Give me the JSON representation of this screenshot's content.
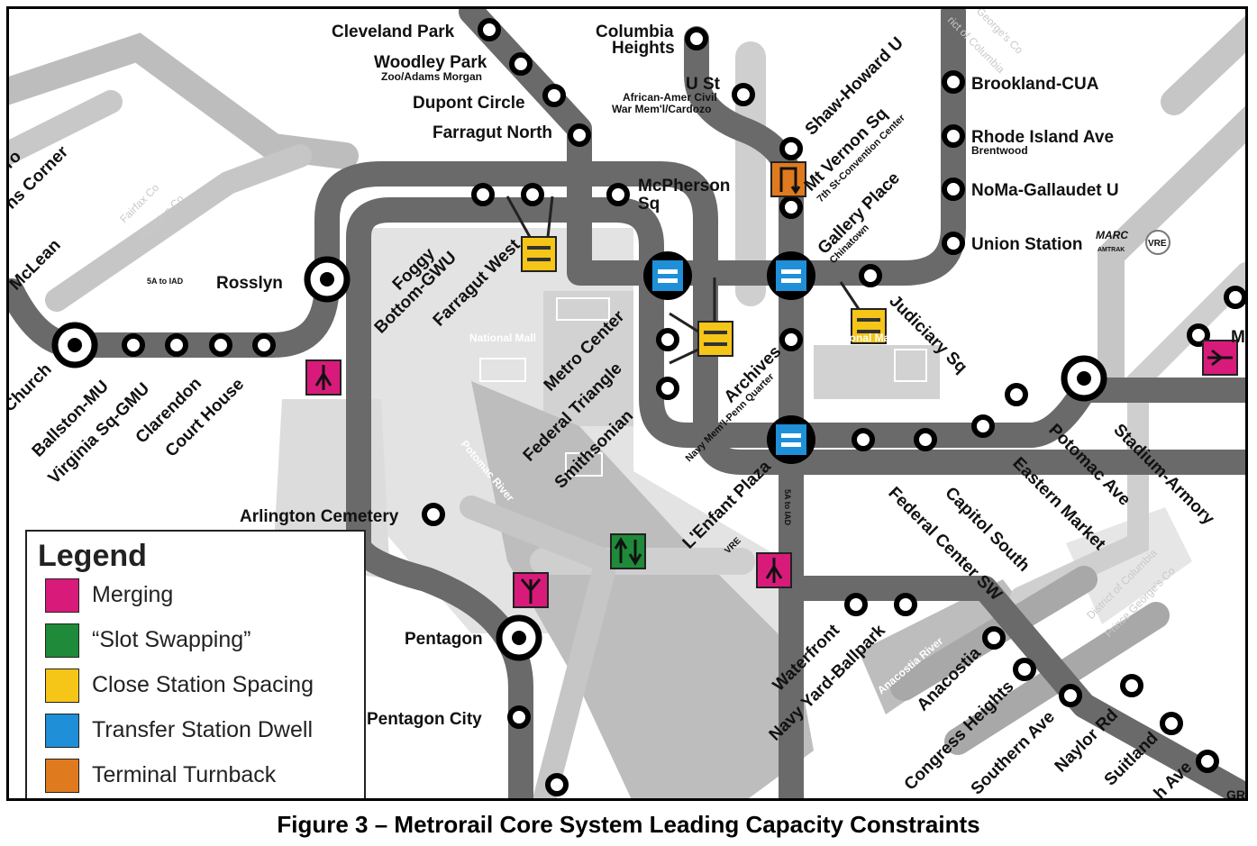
{
  "caption": "Figure 3 – Metrorail Core System Leading Capacity Constraints",
  "legend": {
    "title": "Legend",
    "items": [
      {
        "label": "Merging",
        "icon": "merging-icon",
        "color": "#d81b7a"
      },
      {
        "label": "“Slot Swapping”",
        "icon": "slot-swapping-icon",
        "color": "#1e8a3a"
      },
      {
        "label": "Close Station Spacing",
        "icon": "close-station-spacing-icon",
        "color": "#f5c518"
      },
      {
        "label": "Transfer Station Dwell",
        "icon": "transfer-station-dwell-icon",
        "color": "#1f8fd8"
      },
      {
        "label": "Terminal Turnback",
        "icon": "terminal-turnback-icon",
        "color": "#e07a1f"
      }
    ]
  },
  "stations": {
    "cleveland_park": "Cleveland Park",
    "woodley_park": "Woodley Park",
    "woodley_park_sub": "Zoo/Adams Morgan",
    "dupont_circle": "Dupont Circle",
    "farragut_north": "Farragut North",
    "columbia_heights_1": "Columbia",
    "columbia_heights_2": "Heights",
    "u_st": "U St",
    "u_st_sub1": "African-Amer Civil",
    "u_st_sub2": "War Mem'l/Cardozo",
    "shaw": "Shaw-Howard U",
    "mt_vernon": "Mt Vernon Sq",
    "mt_vernon_sub": "7th St-Convention Center",
    "gallery_place": "Gallery Place",
    "gallery_place_sub": "Chinatown",
    "judiciary_sq": "Judiciary Sq",
    "brookland": "Brookland-CUA",
    "rhode_island": "Rhode Island Ave",
    "rhode_island_sub": "Brentwood",
    "noma": "NoMa-Gallaudet U",
    "union_station": "Union Station",
    "mcpherson_1": "McPherson",
    "mcpherson_2": "Sq",
    "farragut_west": "Farragut West",
    "foggy_bottom_1": "Foggy",
    "foggy_bottom_2": "Bottom-GWU",
    "rosslyn": "Rosslyn",
    "rosslyn_note": "5A to IAD",
    "metro_center": "Metro Center",
    "federal_triangle": "Federal Triangle",
    "smithsonian": "Smithsonian",
    "archives": "Archives",
    "archives_sub": "Navy Mem'l-Penn Quarter",
    "lenfant_plaza": "L'Enfant Plaza",
    "lenfant_note": "5A to IAD",
    "ballston": "Ballston-MU",
    "virginia_sq": "Virginia Sq-GMU",
    "clarendon": "Clarendon",
    "court_house": "Court House",
    "east_falls_church": "Church",
    "mclean": "McLean",
    "spring_hill_partial": "ns Corner",
    "tysons_partial": "ro",
    "arlington_cemetery": "Arlington Cemetery",
    "pentagon": "Pentagon",
    "pentagon_city": "Pentagon City",
    "waterfront": "Waterfront",
    "navy_yard": "Navy Yard-Ballpark",
    "federal_center": "Federal Center SW",
    "capitol_south": "Capitol South",
    "eastern_market": "Eastern Market",
    "potomac_ave": "Potomac Ave",
    "stadium_armory": "Stadium-Armory",
    "anacostia": "Anacostia",
    "congress_heights": "Congress Heights",
    "southern_ave": "Southern Ave",
    "naylor_rd": "Naylor Rd",
    "suitland": "Suitland",
    "branch_ave_partial": "h Ave",
    "minnesota_partial": "M"
  },
  "landmarks": {
    "national_mall_left": "National Mall",
    "national_mall_right": "National Mall",
    "potomac_river": "Potomac River",
    "anacostia_river": "Anacostia River",
    "fairfax_co": "Fairfax Co",
    "arlington_co": "Arlington Co",
    "district_of_columbia_top": "rict of Columbia",
    "prince_georges_top": "George's Co",
    "district_of_columbia_bottom": "District of Columbia",
    "prince_georges_bottom": "Prince George's Co",
    "marc": "MARC",
    "amtrak": "AMTRAK",
    "vre": "VRE",
    "gr": "GR"
  },
  "colors": {
    "track_dark": "#666666",
    "track_mid": "#9a9a9a",
    "track_light": "#c6c6c6",
    "area_light": "#dcdcdc",
    "merging": "#d81b7a",
    "slot_swapping": "#1e8a3a",
    "close_spacing": "#f5c518",
    "transfer_dwell": "#1f8fd8",
    "terminal_turnback": "#e07a1f"
  }
}
